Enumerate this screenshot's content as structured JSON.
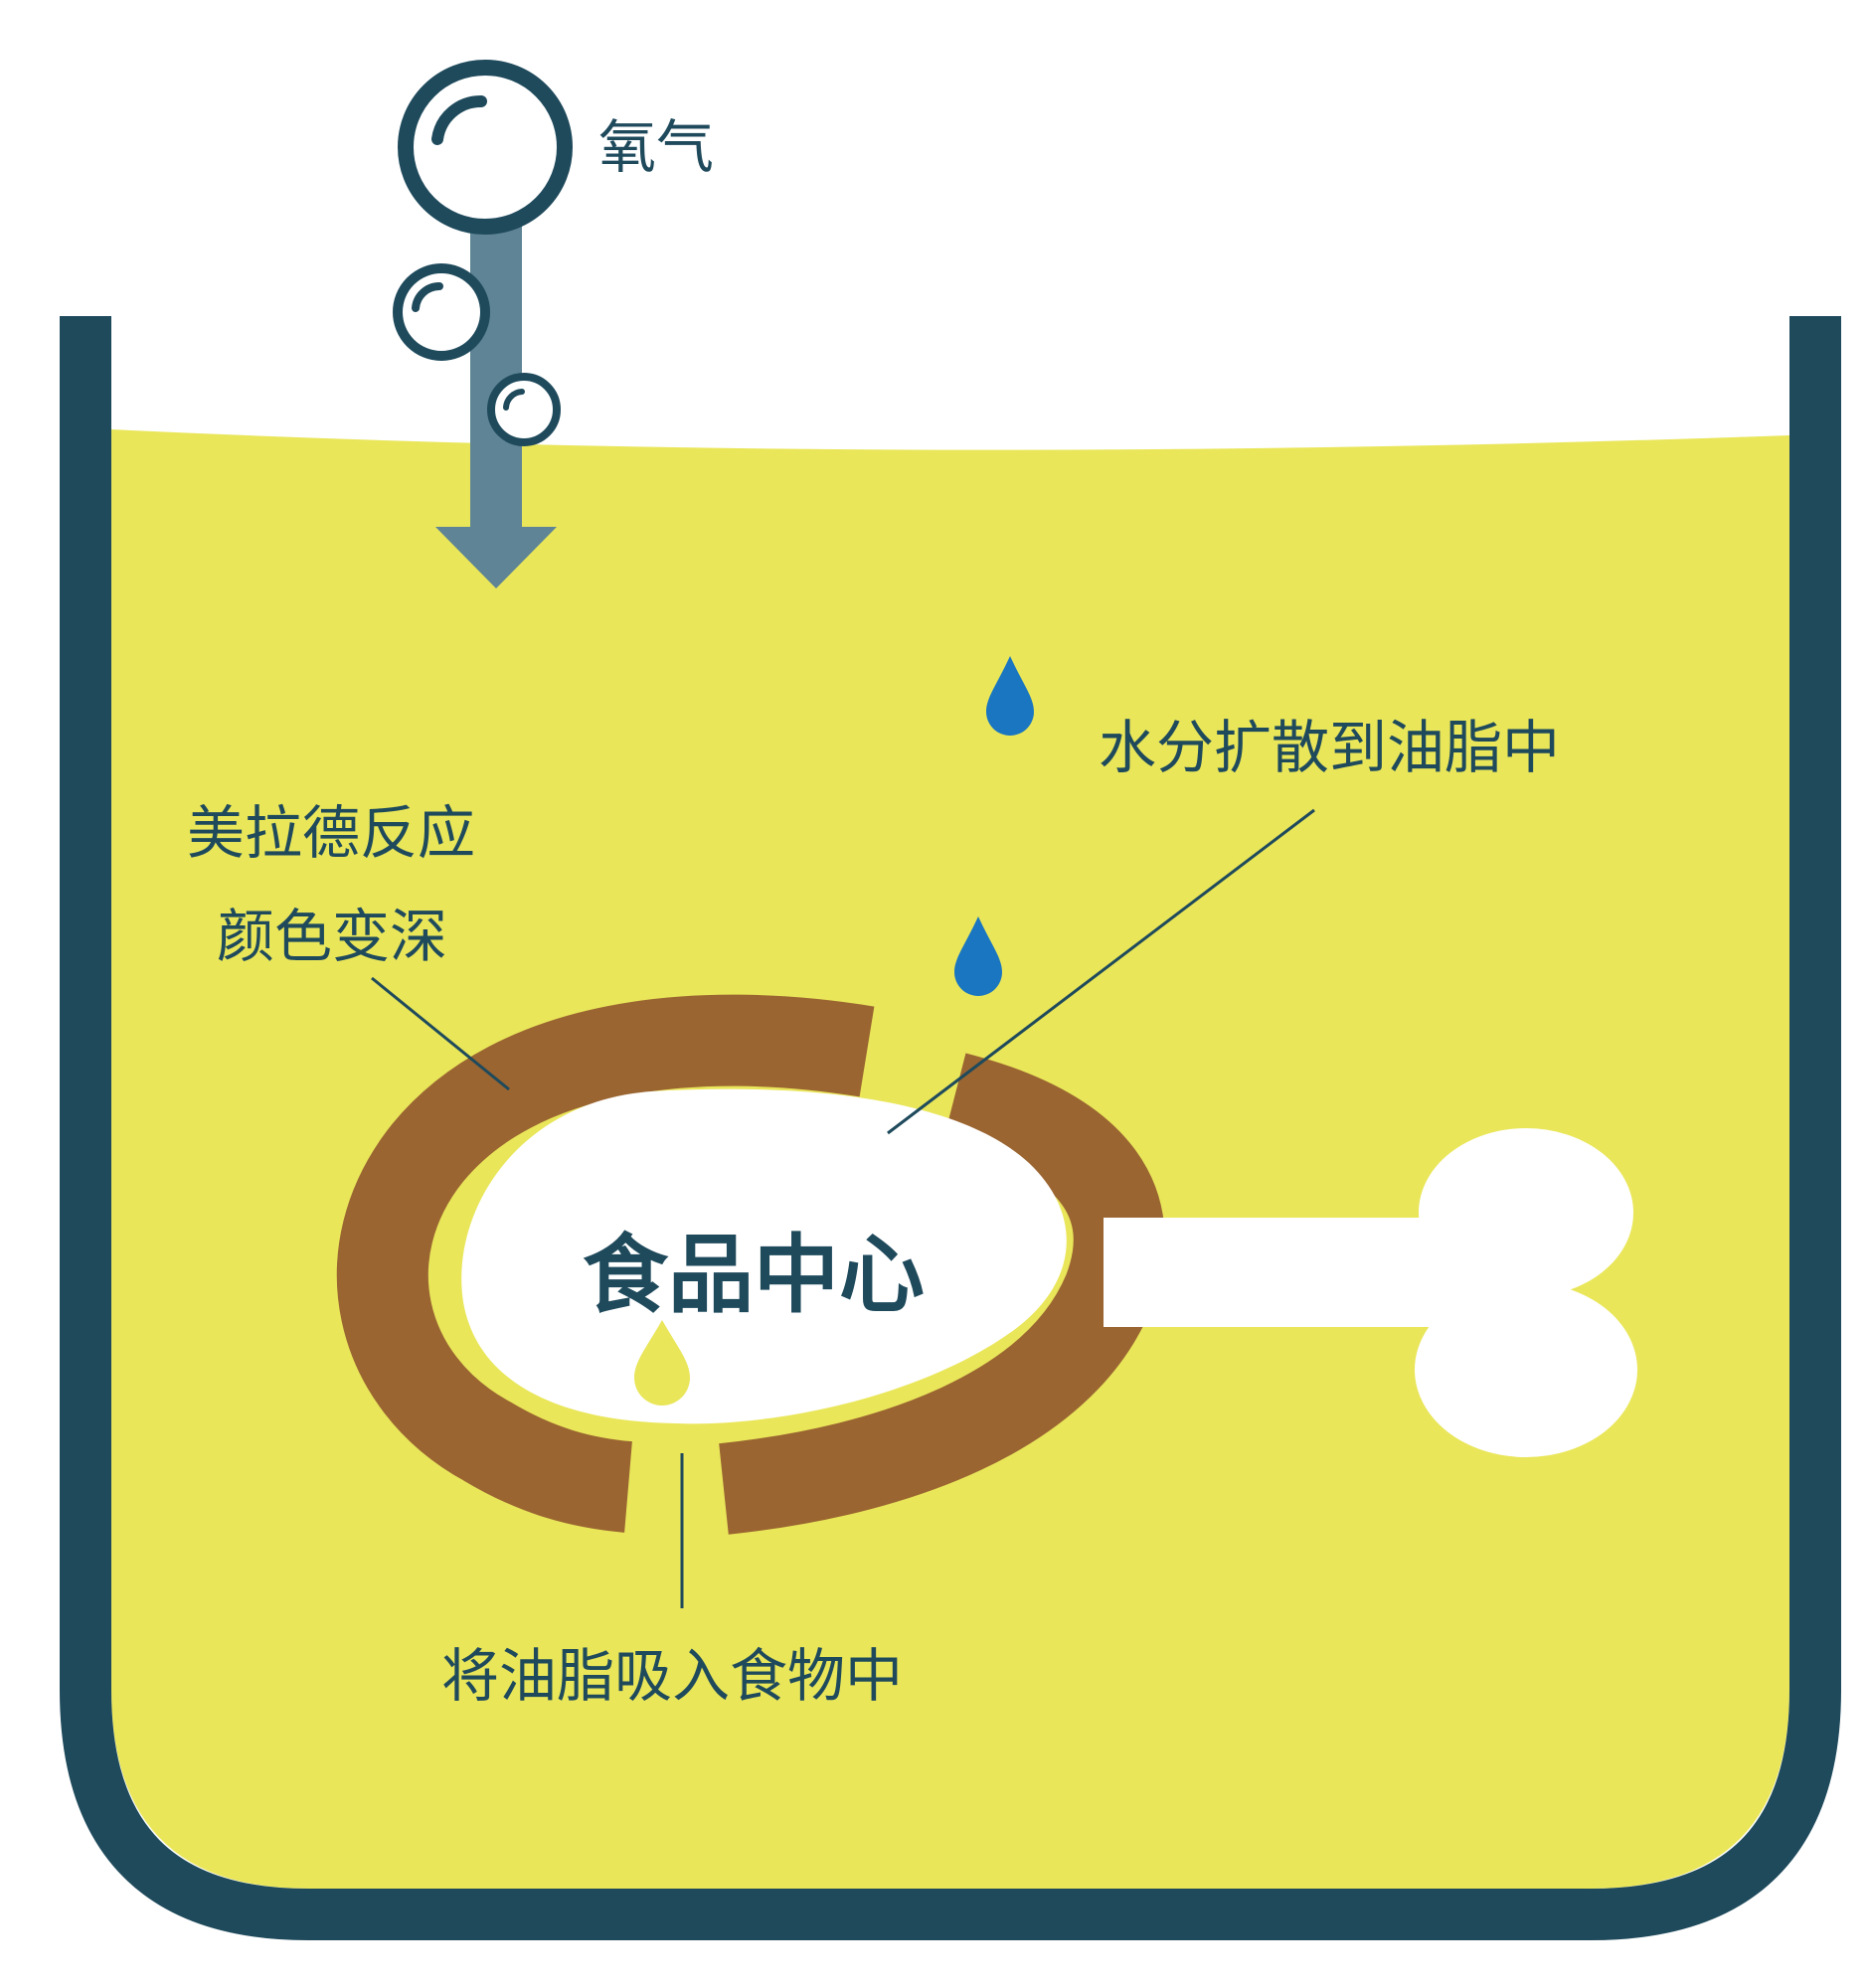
{
  "labels": {
    "oxygen": "氧气",
    "water_diffuse": "水分扩散到油脂中",
    "maillard": "美拉德反应",
    "color_deepen": "颜色变深",
    "food_center": "食品中心",
    "oil_absorb": "将油脂吸入食物中"
  },
  "colors": {
    "pot": "#1f4a5c",
    "oil": "#e9e65a",
    "crust": "#9b6531",
    "food": "#ffffff",
    "arrow": "#5e8495",
    "water_drop": "#1a76c0",
    "oil_drop": "#e9e65a",
    "label_text": "#1f4a5c",
    "leader_line": "#1f4a5c"
  },
  "icons": {
    "bubble": "oxygen-bubble-icon",
    "water": "water-drop-icon",
    "oil": "oil-drop-icon",
    "bone": "bone-icon",
    "arrow": "down-arrow-icon"
  }
}
